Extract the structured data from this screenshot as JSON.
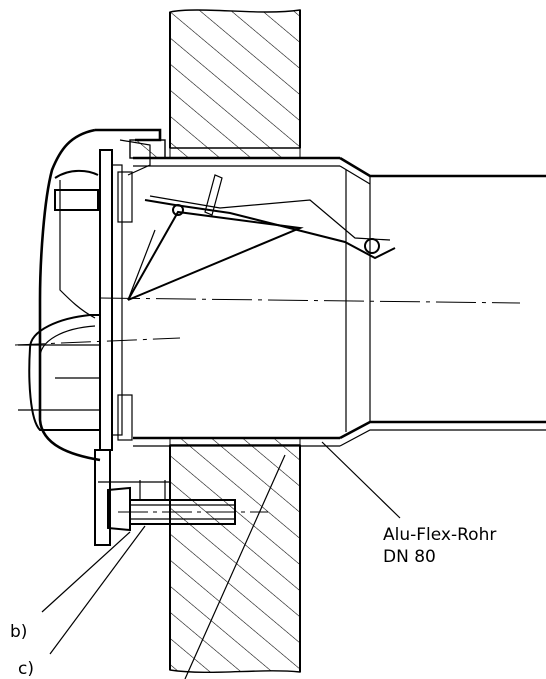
{
  "labels": {
    "pipe_name": "Alu-Flex-Rohr",
    "pipe_size": "DN 80",
    "label_b": "b)",
    "label_c": "c)"
  }
}
